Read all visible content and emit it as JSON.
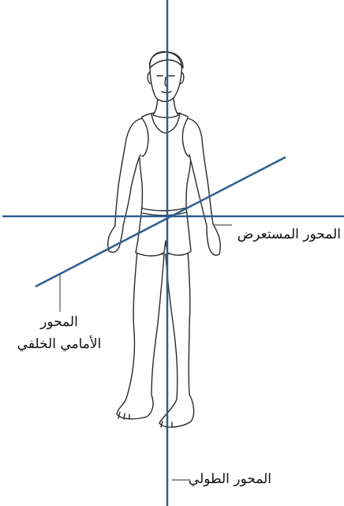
{
  "axes": [
    {
      "id": "transverse",
      "label": "المحور المستعرض"
    },
    {
      "id": "anteroposterior",
      "label_lines": [
        "المحور",
        "الأمامي الخلفي"
      ]
    },
    {
      "id": "longitudinal",
      "label": "المحور الطولي"
    }
  ],
  "colors": {
    "axis": "#2f5f8f",
    "figure_line": "#2a2a2a",
    "leader_line": "#555555",
    "background": "#ffffff"
  }
}
